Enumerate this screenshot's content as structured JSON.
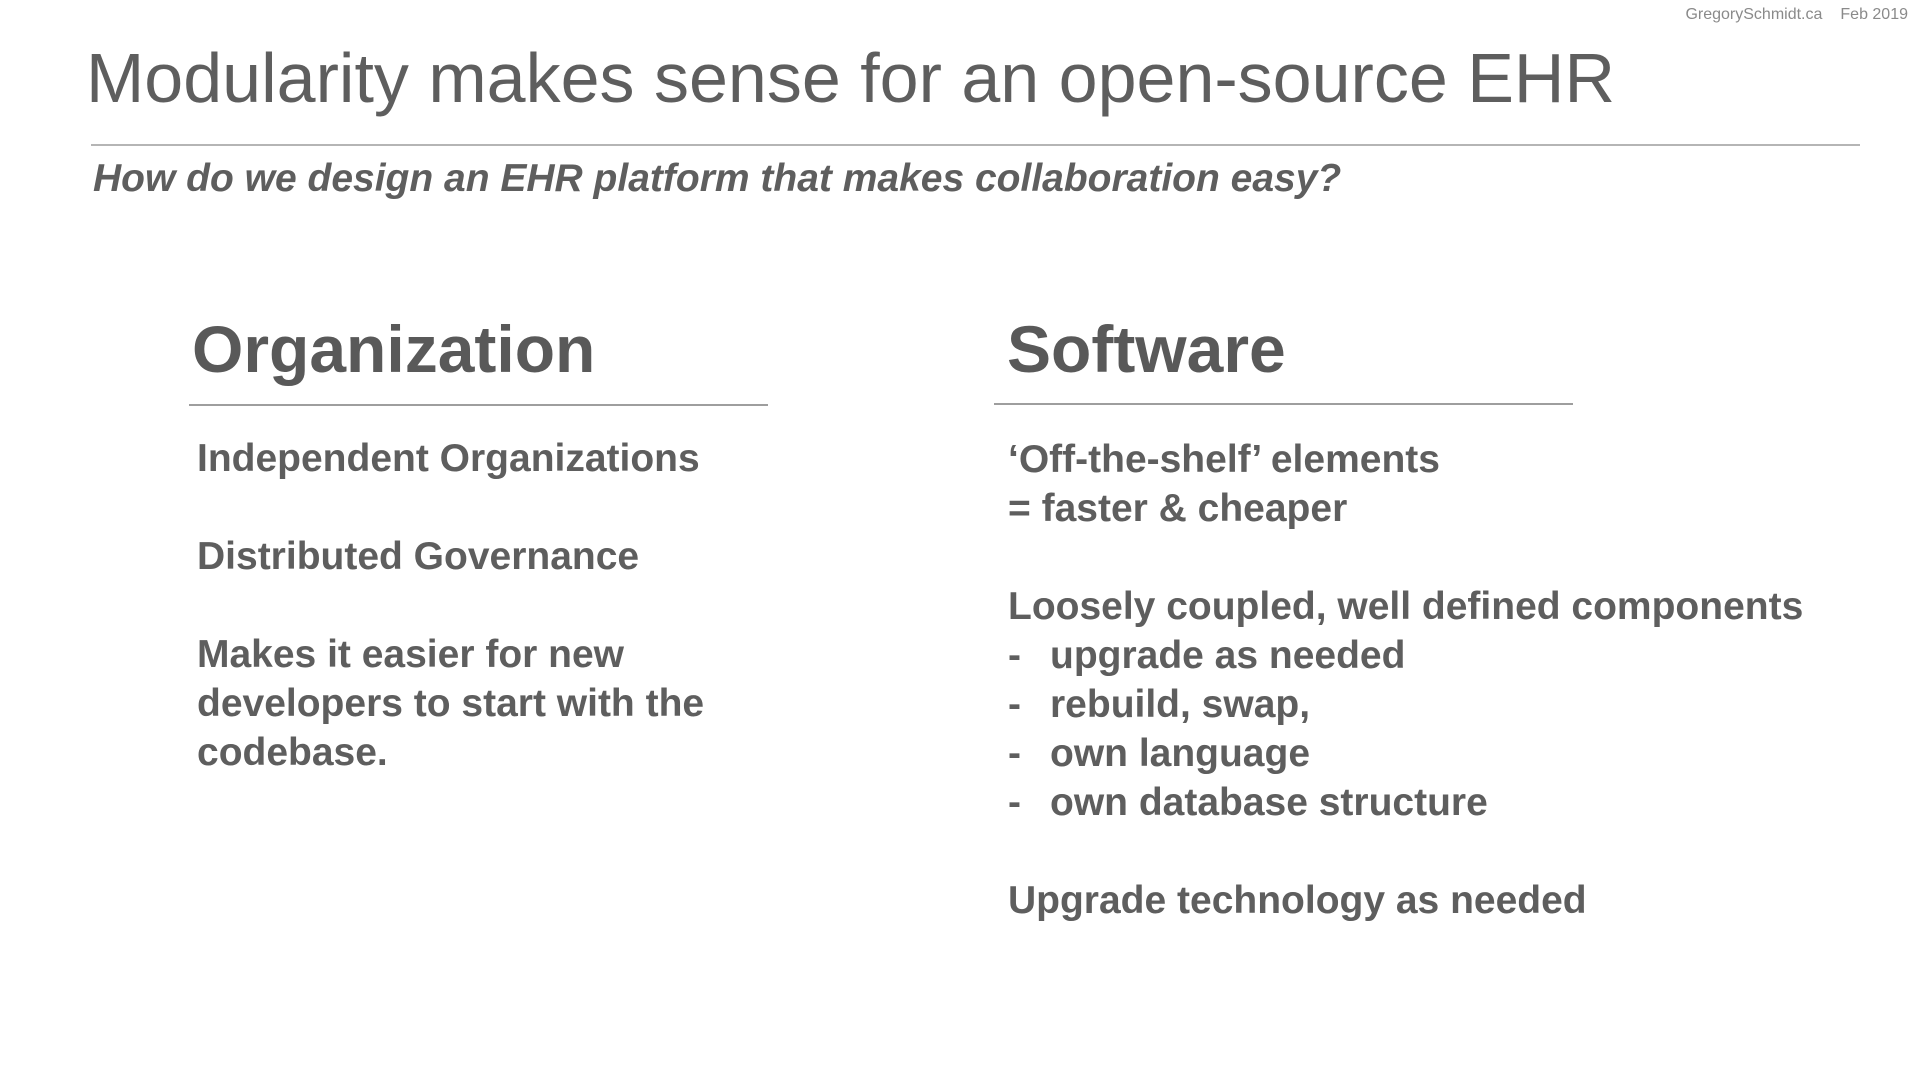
{
  "header": {
    "site": "GregorySchmidt.ca",
    "date": "Feb 2019"
  },
  "slide": {
    "title": "Modularity makes sense for an open-source EHR",
    "subtitle": "How do we design an EHR platform that makes collaboration easy?"
  },
  "organization": {
    "heading": "Organization",
    "items": [
      "Independent Organizations",
      "Distributed Governance",
      "Makes it easier for new",
      "developers to start with the",
      "codebase."
    ]
  },
  "software": {
    "heading": "Software",
    "lines": [
      "‘Off-the-shelf’ elements",
      "= faster & cheaper",
      "Loosely coupled, well defined components",
      "Upgrade technology as needed"
    ],
    "bullet_marker": "-",
    "bullets": [
      "upgrade as needed",
      "rebuild, swap,",
      "own language",
      "own database structure"
    ]
  }
}
